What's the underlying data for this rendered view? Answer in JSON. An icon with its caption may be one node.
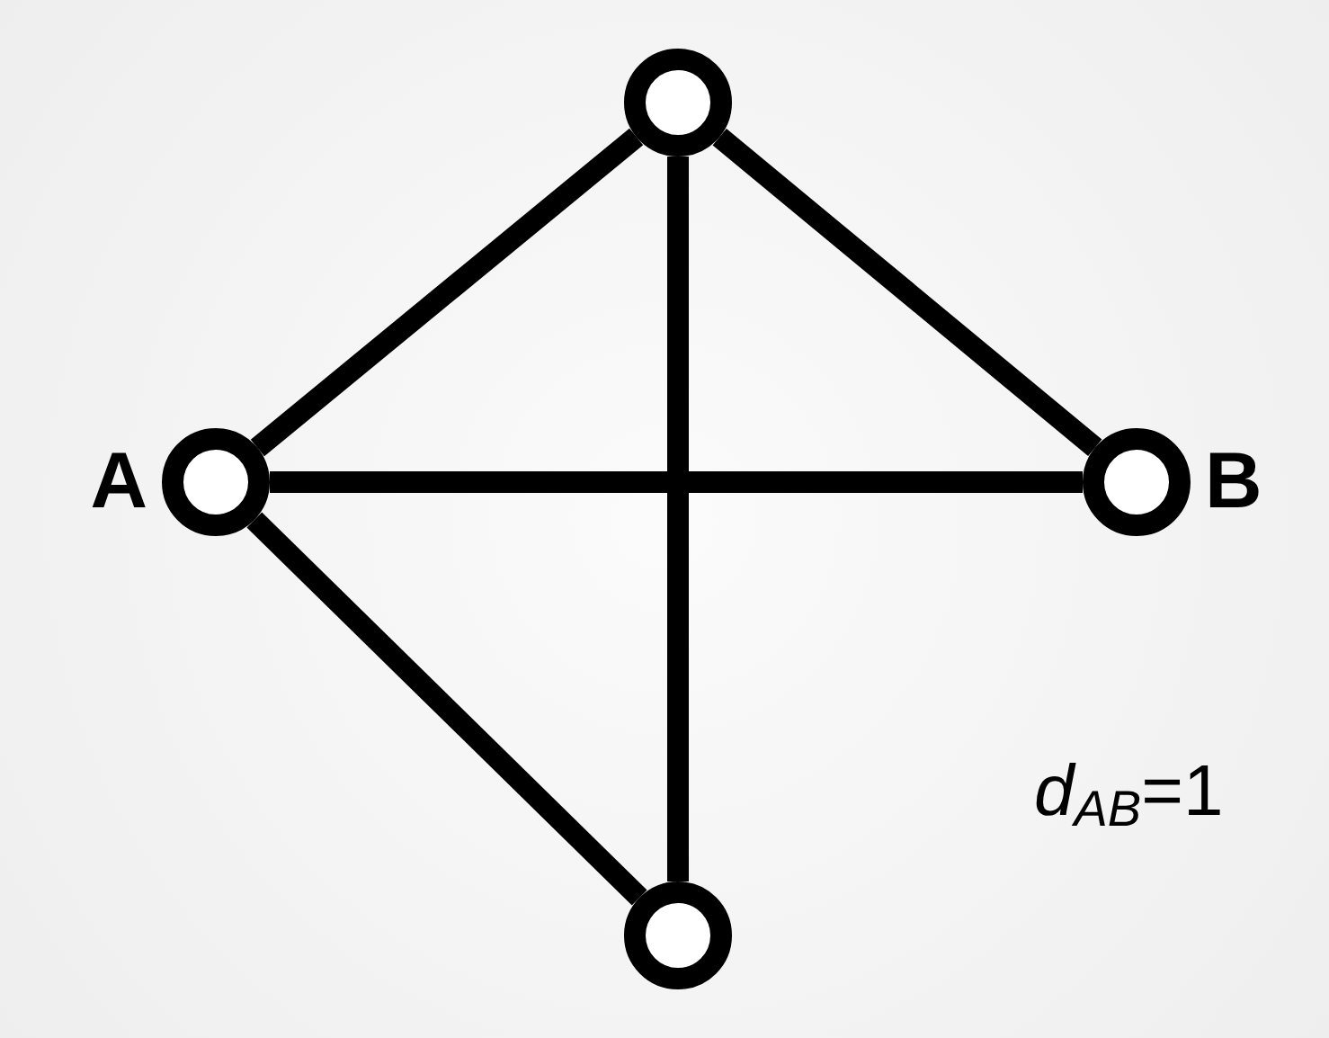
{
  "diagram": {
    "nodes": [
      {
        "text": [],
        "shape": "circle"
      },
      {
        "text": [],
        "shape": "circle",
        "beside": [
          "A"
        ]
      },
      {
        "text": [],
        "shape": "circle",
        "beside": [
          "B"
        ]
      },
      {
        "text": [],
        "shape": "circle"
      }
    ],
    "edges": [
      {
        "from": 1,
        "to": 0,
        "arrow": "none"
      },
      {
        "from": 0,
        "to": 2,
        "arrow": "none"
      },
      {
        "from": 0,
        "to": 3,
        "arrow": "none"
      },
      {
        "from": 1,
        "to": 2,
        "arrow": "none"
      },
      {
        "from": 1,
        "to": 3,
        "arrow": "none"
      }
    ],
    "labels": [
      "*d*$_{AB}$=1"
    ]
  }
}
